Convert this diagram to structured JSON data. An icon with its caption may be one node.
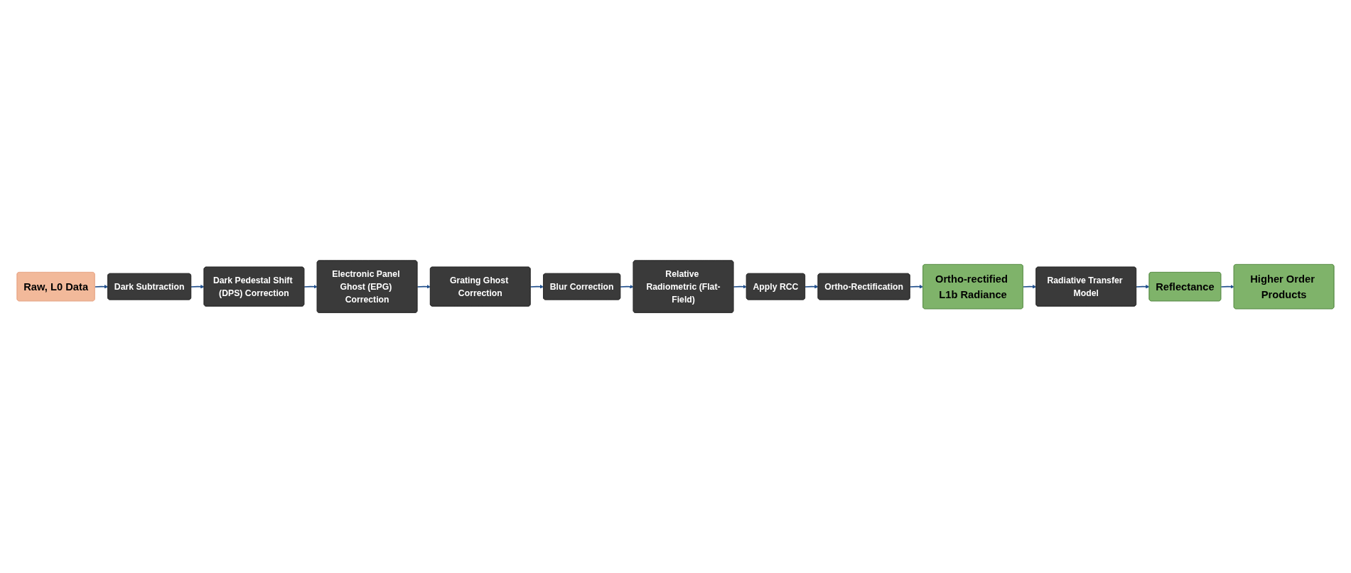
{
  "diagram": {
    "nodes": [
      {
        "text": [
          "Raw, L0 Data"
        ]
      },
      {
        "text": [
          "Dark Subtraction"
        ]
      },
      {
        "text": [
          "Dark Pedestal Shift (DPS) Correction"
        ]
      },
      {
        "text": [
          "Electronic Panel Ghost (EPG) Correction"
        ]
      },
      {
        "text": [
          "Grating Ghost Correction"
        ]
      },
      {
        "text": [
          "Blur Correction"
        ]
      },
      {
        "text": [
          "Relative Radiometric (Flat-Field)"
        ]
      },
      {
        "text": [
          "Apply RCC"
        ]
      },
      {
        "text": [
          "Ortho-Rectification"
        ]
      },
      {
        "text": [
          "Ortho-rectified L1b Radiance"
        ]
      },
      {
        "text": [
          "Radiative Transfer Model"
        ]
      },
      {
        "text": [
          "Reflectance"
        ]
      },
      {
        "text": [
          "Higher Order Products"
        ]
      }
    ],
    "edges": [
      {
        "from": 0,
        "to": 1,
        "arrow": "to"
      },
      {
        "from": 1,
        "to": 2,
        "arrow": "to"
      },
      {
        "from": 2,
        "to": 3,
        "arrow": "to"
      },
      {
        "from": 3,
        "to": 4,
        "arrow": "to"
      },
      {
        "from": 4,
        "to": 5,
        "arrow": "to"
      },
      {
        "from": 5,
        "to": 6,
        "arrow": "to"
      },
      {
        "from": 6,
        "to": 7,
        "arrow": "to"
      },
      {
        "from": 7,
        "to": 8,
        "arrow": "to"
      },
      {
        "from": 8,
        "to": 9,
        "arrow": "to"
      },
      {
        "from": 9,
        "to": 10,
        "arrow": "to"
      },
      {
        "from": 10,
        "to": 11,
        "arrow": "to"
      },
      {
        "from": 11,
        "to": 12,
        "arrow": "to"
      }
    ]
  }
}
